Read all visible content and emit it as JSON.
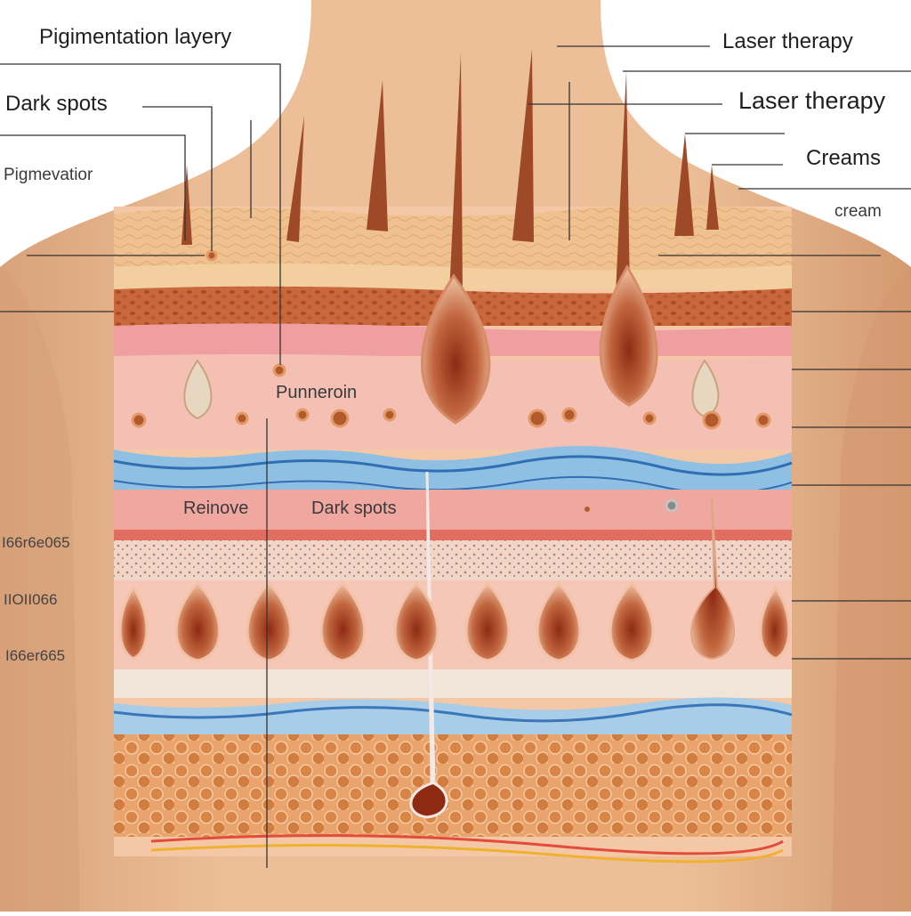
{
  "labels": {
    "pigmentation_layer": "Pigimentation layery",
    "dark_spots_left": "Dark spots",
    "pigmevatior": "Pigmevatior",
    "laser_therapy_1": "Laser therapy",
    "laser_therapy_2": "Laser therapy",
    "creams_1": "Creams",
    "creams_2": "cream",
    "punnerion": "Punneroin",
    "remove": "Reinove",
    "dark_spots_center": "Dark spots",
    "garbled_1": "I66r6e065",
    "garbled_2": "IIOII066",
    "garbled_3": "I66er665"
  },
  "colors": {
    "skin": "#e7b58c",
    "skin_shadow": "#d79c72",
    "epidermis": "#f1c48f",
    "melanin_band": "#c7653b",
    "dermis_pink": "#f2b8ac",
    "blood_vessel": "#5b9bd5",
    "fat": "#d98f56",
    "hair": "#a3502d"
  }
}
